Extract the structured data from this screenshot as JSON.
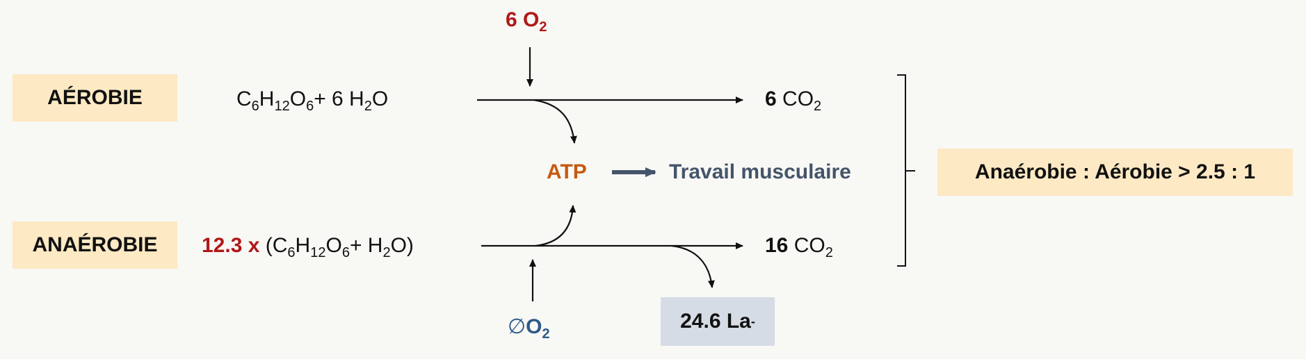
{
  "labels": {
    "aerobic": "AÉROBIE",
    "anaerobic": "ANAÉROBIE"
  },
  "aerobic": {
    "oxygen_in": {
      "coef": "6",
      "mol": "O",
      "sub": "2"
    },
    "reactant": {
      "c": "C",
      "c_n": "6",
      "h": "H",
      "h_n": "12",
      "o": "O",
      "o_n": "6",
      "plus_water": "+ 6 H",
      "water_sub": "2",
      "water_o": "O"
    },
    "product": {
      "coef": "6",
      "mol": "CO",
      "sub": "2"
    }
  },
  "anaerobic": {
    "multiplier": "12.3 x",
    "reactant": {
      "open": "(C",
      "c_n": "6",
      "h": "H",
      "h_n": "12",
      "o": "O",
      "o_n": "6",
      "plus_water": "+ H",
      "water_sub": "2",
      "water_o": "O)"
    },
    "oxygen_in": {
      "symbol": "∅",
      "mol": "O",
      "sub": "2"
    },
    "product": {
      "coef": "16",
      "mol": "CO",
      "sub": "2"
    },
    "lactate": {
      "value": "24.6 La",
      "sup": "-"
    }
  },
  "center": {
    "atp": "ATP",
    "work": "Travail musculaire"
  },
  "ratio": "Anaérobie : Aérobie > 2.5 : 1",
  "colors": {
    "label_bg": "#fde9c4",
    "lactate_bg": "#d6dce5",
    "red": "#b01818",
    "orange": "#c55a11",
    "slate": "#44546a",
    "blue": "#2e5a87"
  }
}
